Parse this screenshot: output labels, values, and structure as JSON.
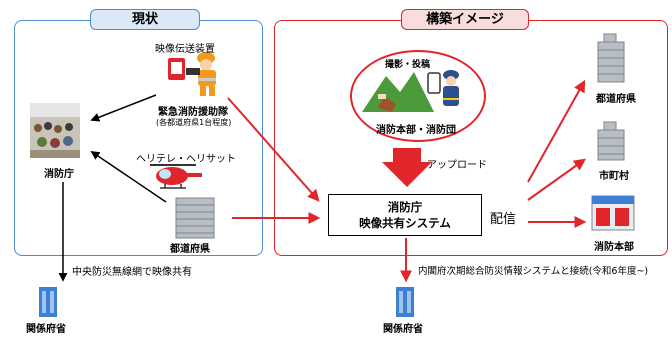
{
  "panels": {
    "current_tab": "現状",
    "plan_tab": "構築イメージ"
  },
  "left": {
    "video_device_label": "映像伝送装置",
    "rescue_team_label": "緊急消防援助隊",
    "rescue_team_note": "(各都道府県1台程度)",
    "fdma_label": "消防庁",
    "heli_label": "ヘリテレ・ヘリサット",
    "prefecture_label": "都道府県",
    "microwave_label": "中央防災無線網で映像共有",
    "ministries_label": "関係府省"
  },
  "right": {
    "shoot_post_label": "撮影・投稿",
    "hq_label": "消防本部・消防団",
    "upload_label": "アップロード",
    "system_title": "消防庁",
    "system_subtitle": "映像共有システム",
    "distribute_label": "配信",
    "prefecture_label": "都道府県",
    "municipality_label": "市町村",
    "fire_hq_label": "消防本部",
    "cabinet_label": "内閣府次期総合防災情報システムと接続(令和6年度~)",
    "ministries_label": "関係府省"
  },
  "colors": {
    "blue_border": "#4f8bd0",
    "red_border": "#e0262b",
    "arrow_red": "#e0262b",
    "arrow_black": "#000000"
  }
}
